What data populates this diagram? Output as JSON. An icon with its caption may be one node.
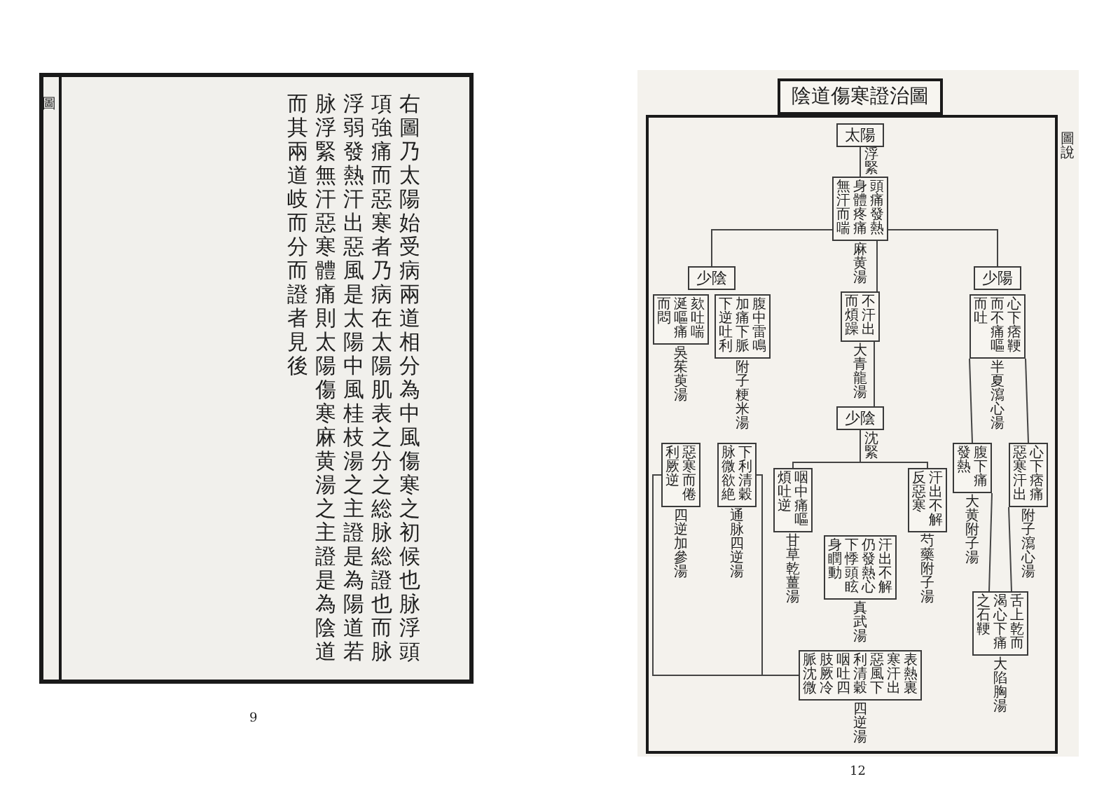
{
  "diagram": {
    "title": "陰道傷寒證治圖",
    "nodes": [
      {
        "text": [
          "太陽"
        ]
      },
      {
        "text": [
          "頭痛發熱身體疼痛無汗而喘"
        ],
        "beside": [
          "麻黄湯"
        ]
      },
      {
        "text": [
          "少陰"
        ]
      },
      {
        "text": [
          "少陽"
        ]
      },
      {
        "text": [
          "欬吐喘涎嘔痛而悶"
        ],
        "beside": [
          "吳茱萸湯"
        ]
      },
      {
        "text": [
          "腹中雷鳴加痛下脈下逆吐利"
        ],
        "beside": [
          "附子粳米湯"
        ]
      },
      {
        "text": [
          "不汗出而煩躁"
        ],
        "beside": [
          "大青龍湯"
        ]
      },
      {
        "text": [
          "心下痞鞕而不痛嘔而吐"
        ],
        "beside": [
          "半夏瀉心湯"
        ]
      },
      {
        "text": [
          "少陰"
        ]
      },
      {
        "text": [
          "惡寒而倦利厥逆"
        ],
        "beside": [
          "四逆加參湯"
        ]
      },
      {
        "text": [
          "下利清穀脉微欲絶"
        ],
        "beside": [
          "通脉四逆湯"
        ]
      },
      {
        "text": [
          "咽中痛嘔煩吐逆"
        ],
        "beside": [
          "甘草乾薑湯"
        ]
      },
      {
        "text": [
          "汗出不解反惡寒"
        ],
        "beside": [
          "芍藥附子湯"
        ]
      },
      {
        "text": [
          "汗出不解仍發熱心下悸頭眩身瞤動"
        ],
        "beside": [
          "真武湯"
        ]
      },
      {
        "text": [
          "腹下痛發熱"
        ],
        "beside": [
          "大黄附子湯"
        ]
      },
      {
        "text": [
          "心下痞痛惡寒汗出"
        ],
        "beside": [
          "附子瀉心湯"
        ]
      },
      {
        "text": [
          "舌上乾而渴心下痛之石鞕"
        ],
        "beside": [
          "大陷胸湯"
        ]
      },
      {
        "text": [
          "表熱裏寒汗出惡風下利清穀咽吐四肢厥冷脈沈微"
        ],
        "beside": [
          "四逆湯"
        ]
      }
    ],
    "edges": [
      {
        "from": 0,
        "to": 1,
        "arrow": "none",
        "label": "浮緊"
      },
      {
        "from": 1,
        "to": 2,
        "arrow": "none"
      },
      {
        "from": 1,
        "to": 6,
        "arrow": "none"
      },
      {
        "from": 1,
        "to": 3,
        "arrow": "none"
      },
      {
        "from": 6,
        "to": 8,
        "arrow": "none"
      },
      {
        "from": 8,
        "to": 11,
        "arrow": "none",
        "label": "沈緊"
      },
      {
        "from": 8,
        "to": 12,
        "arrow": "none"
      },
      {
        "from": 7,
        "to": 14,
        "arrow": "none"
      },
      {
        "from": 7,
        "to": 15,
        "arrow": "none"
      },
      {
        "from": 14,
        "to": 16,
        "arrow": "none"
      },
      {
        "from": 15,
        "to": 16,
        "arrow": "none"
      },
      {
        "from": 9,
        "to": 17,
        "arrow": "none"
      },
      {
        "from": 10,
        "to": 17,
        "arrow": "none"
      }
    ],
    "labels": [
      "右圖乃太陽始受病兩道相分為中風傷寒之初候也脉浮頭項強痛而惡寒者乃病在太陽肌表之分之総脉総證也而脉浮弱發熱汗出惡風是太陽中風桂枝湯之主證是為陽道若脉浮緊無汗惡寒體痛則太陽傷寒麻黄湯之主證是為陰道而其兩道岐而分而證者見後",
      "圖",
      "圖說",
      "9",
      "12"
    ]
  }
}
